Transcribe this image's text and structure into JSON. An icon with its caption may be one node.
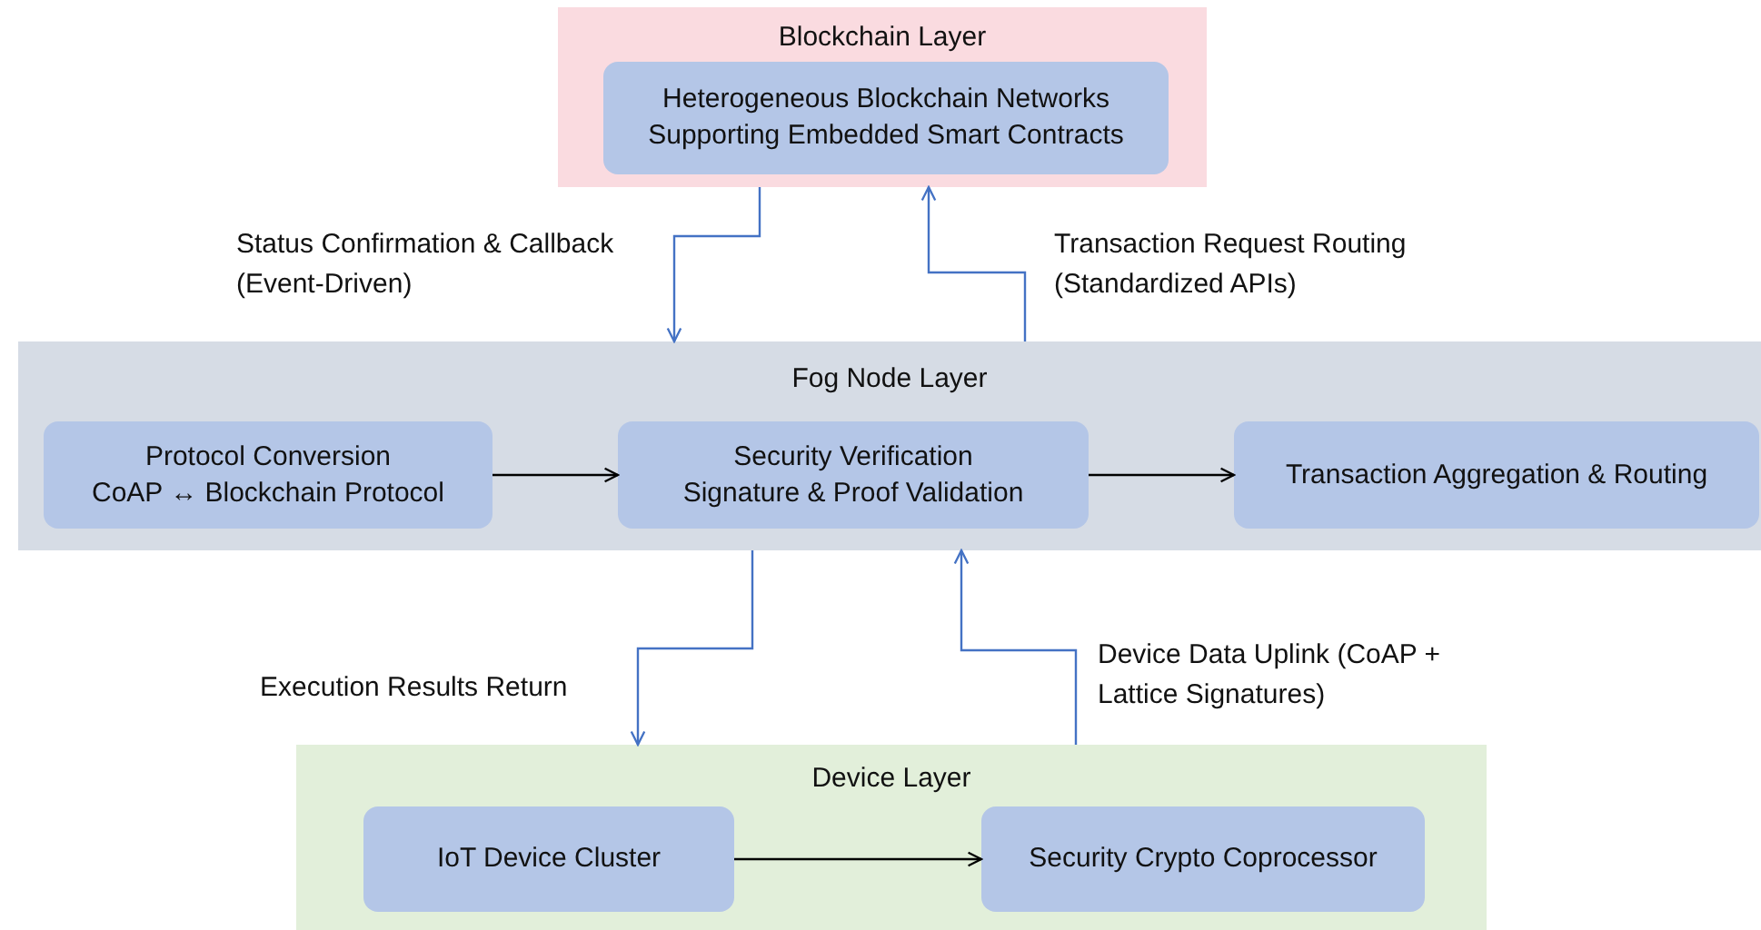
{
  "diagram": {
    "nodes": [
      {
        "text": [
          "Blockchain Layer"
        ]
      },
      {
        "text": [
          "Heterogeneous Blockchain Networks Supporting Embedded Smart Contracts"
        ],
        "in": 0
      },
      {
        "text": [
          "Fog Node Layer"
        ]
      },
      {
        "text": [
          "Protocol Conversion",
          "CoAP ↔ Blockchain Protocol"
        ],
        "in": 2
      },
      {
        "text": [
          "Security Verification",
          "Signature & Proof Validation"
        ],
        "in": 2
      },
      {
        "text": [
          "Transaction Aggregation & Routing"
        ],
        "in": 2
      },
      {
        "text": [
          "Device Layer"
        ]
      },
      {
        "text": [
          "IoT Device Cluster"
        ],
        "in": 6
      },
      {
        "text": [
          "Security Crypto Coprocessor"
        ],
        "in": 6
      }
    ],
    "edges": [
      {
        "from": 0,
        "to": 2,
        "arrow": "to",
        "label": "Status Confirmation & Callback (Event-Driven)"
      },
      {
        "from": 2,
        "to": 0,
        "arrow": "to",
        "label": "Transaction Request Routing (Standardized APIs)"
      },
      {
        "from": 3,
        "to": 4,
        "arrow": "to",
        "color": "#000000"
      },
      {
        "from": 4,
        "to": 5,
        "arrow": "to",
        "color": "#000000"
      },
      {
        "from": 2,
        "to": 6,
        "arrow": "to",
        "label": "Execution Results Return"
      },
      {
        "from": 6,
        "to": 2,
        "arrow": "to",
        "label": "Device Data Uplink (CoAP + Lattice Signatures)"
      },
      {
        "from": 7,
        "to": 8,
        "arrow": "to",
        "color": "#000000"
      }
    ]
  }
}
